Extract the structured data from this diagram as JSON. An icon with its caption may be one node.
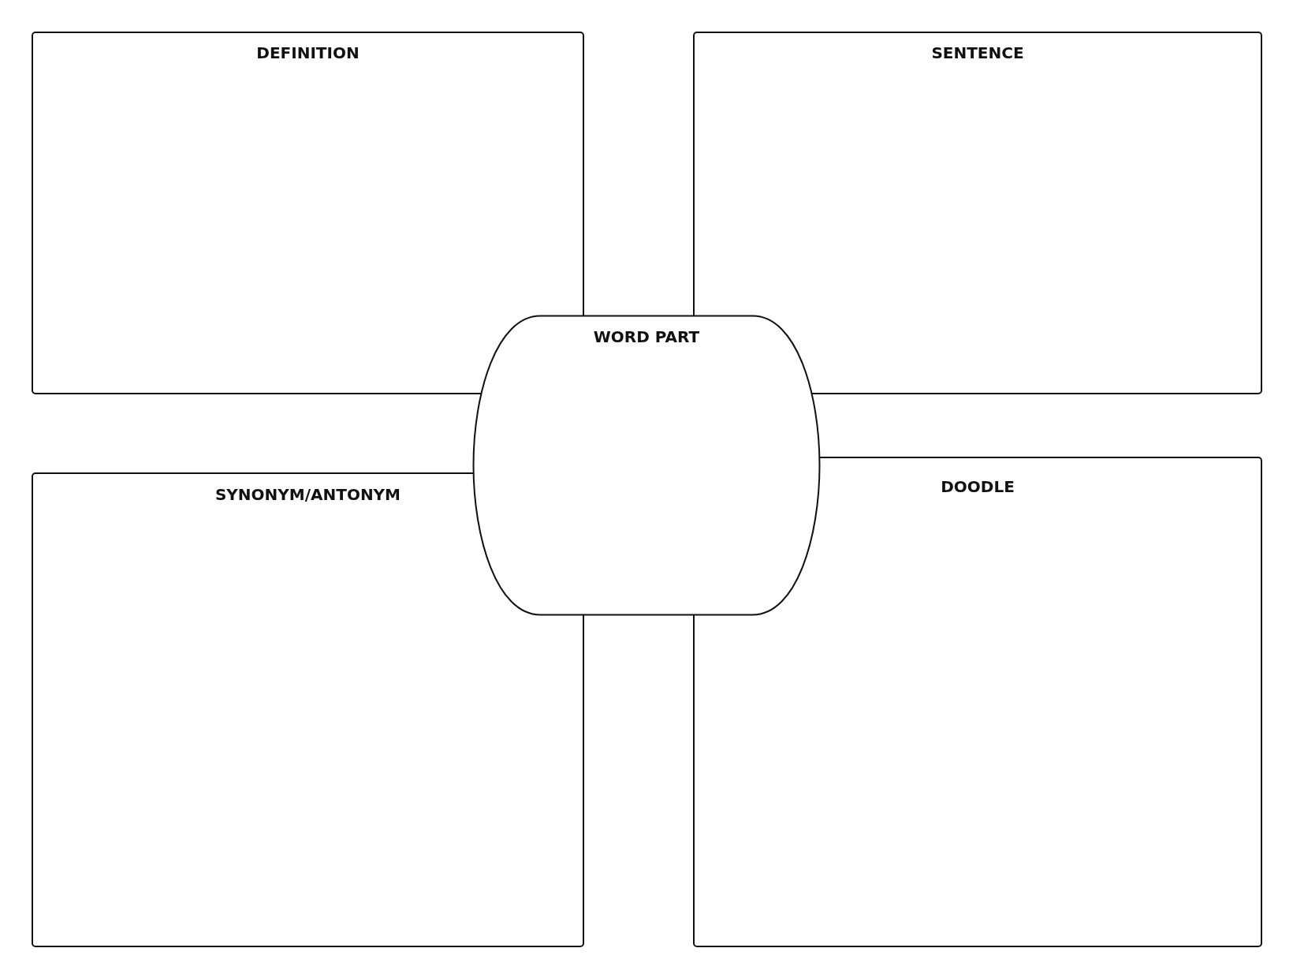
{
  "diagram": {
    "nodes": [
      {
        "text": [
          "DEFINITION"
        ]
      },
      {
        "text": [
          "SENTENCE"
        ]
      },
      {
        "text": [
          "WORD PART"
        ]
      },
      {
        "text": [
          "SYNONYM/ANTONYM"
        ]
      },
      {
        "text": [
          "DOODLE"
        ]
      }
    ]
  }
}
